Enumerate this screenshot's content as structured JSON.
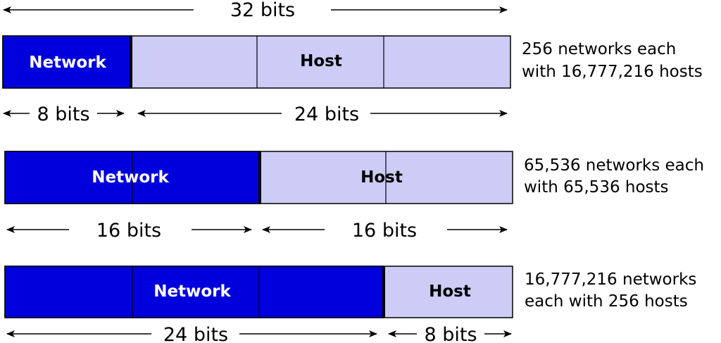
{
  "colors": {
    "network": "#0000dd",
    "host": "#ccccf7",
    "network_text": "#ffffff",
    "host_text": "#000000",
    "line": "#000000"
  },
  "header": {
    "total_label": "32 bits"
  },
  "rows": [
    {
      "network_label": "Network",
      "host_label": "Host",
      "network_bits": 8,
      "host_bits": 24,
      "network_bits_label": "8 bits",
      "host_bits_label": "24 bits",
      "description": [
        "256 networks each",
        "with 16,777,216 hosts"
      ]
    },
    {
      "network_label": "Network",
      "host_label": "Host",
      "network_bits": 16,
      "host_bits": 16,
      "network_bits_label": "16 bits",
      "host_bits_label": "16 bits",
      "description": [
        "65,536 networks each",
        "with 65,536 hosts"
      ]
    },
    {
      "network_label": "Network",
      "host_label": "Host",
      "network_bits": 24,
      "host_bits": 8,
      "network_bits_label": "24 bits",
      "host_bits_label": "8 bits",
      "description": [
        "16,777,216 networks",
        "each with 256 hosts"
      ]
    }
  ]
}
